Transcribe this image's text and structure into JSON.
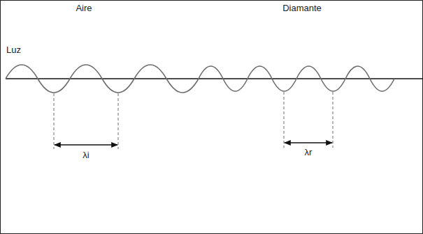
{
  "diagram": {
    "nodes": [
      {
        "text": [
          "Diamante"
        ]
      }
    ],
    "labels": [
      "Aire",
      "Luz",
      "λi",
      "λr"
    ]
  }
}
